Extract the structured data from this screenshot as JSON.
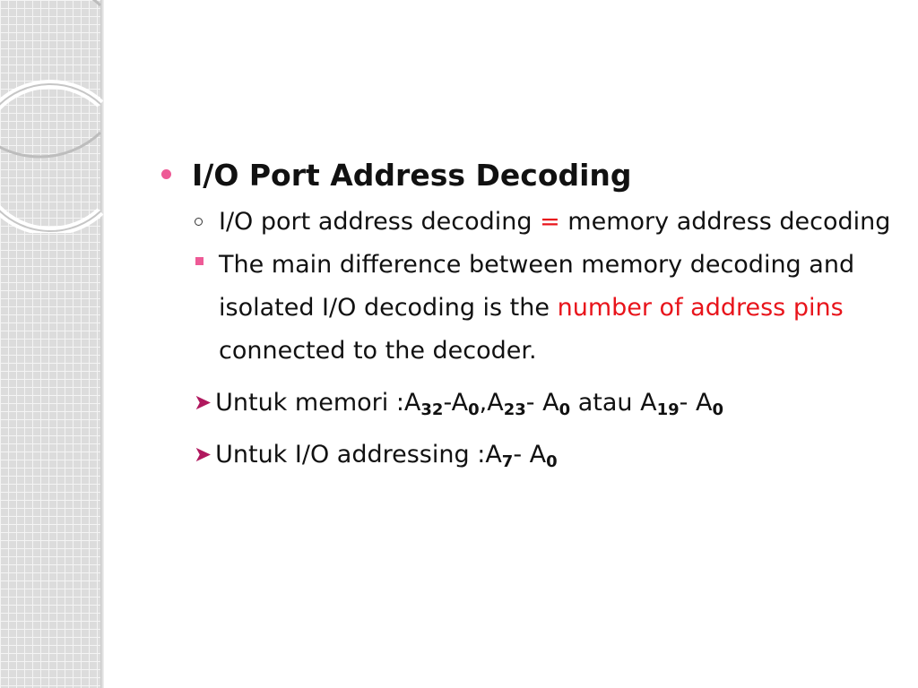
{
  "theme": {
    "bullet_color": "#ee5a96",
    "accent_text": "#e8141b",
    "arrow_color": "#b0185e"
  },
  "slide": {
    "heading": "I/O Port Address Decoding",
    "sub1": {
      "before": "I/O port address decoding",
      "symbol": "=",
      "after": "memory address decoding"
    },
    "sub2": {
      "before": "The main difference between memory decoding and isolated I/O decoding is the",
      "highlight": "number of address pins",
      "after": "connected to the decoder."
    },
    "memori": {
      "prefix": "Untuk memori :",
      "a1": "A",
      "s1": "32",
      "sep1": "-",
      "a2": "A",
      "s2": "0",
      "sep2": ",",
      "a3": "A",
      "s3": "23",
      "sep3": "- ",
      "a4": "A",
      "s4": "0",
      "mid": " atau ",
      "a5": "A",
      "s5": "19",
      "sep5": "- ",
      "a6": "A",
      "s6": "0"
    },
    "io": {
      "prefix": "Untuk I/O addressing :",
      "a1": "A",
      "s1": "7",
      "sep1": "- ",
      "a2": "A",
      "s2": "0"
    }
  }
}
